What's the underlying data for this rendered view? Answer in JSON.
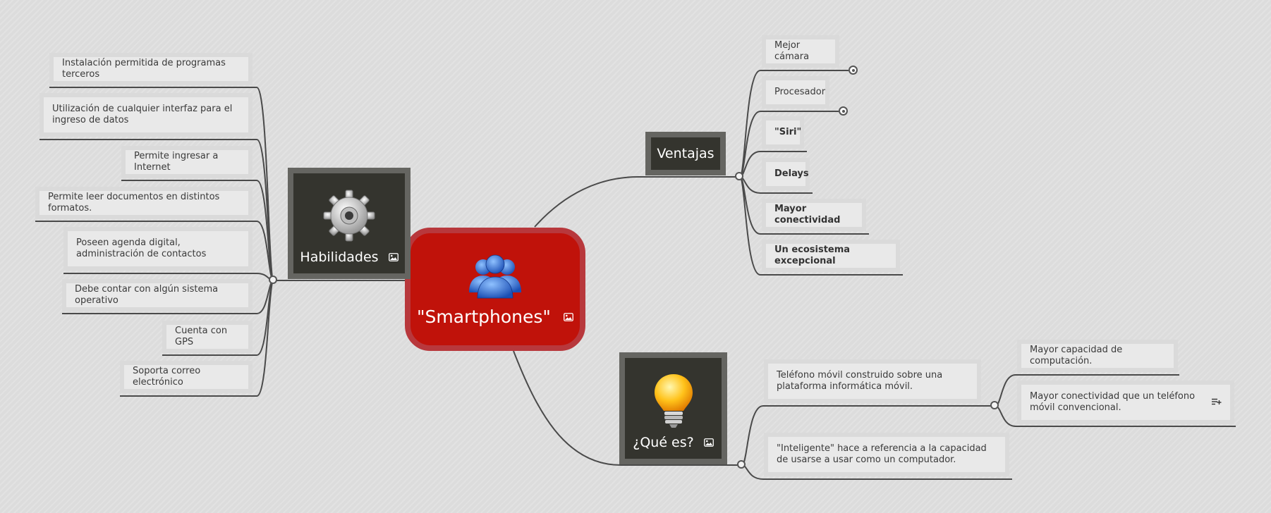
{
  "central": {
    "label": "\"Smartphones\""
  },
  "branches": {
    "habilidades": {
      "label": "Habilidades"
    },
    "ventajas": {
      "label": "Ventajas"
    },
    "que_es": {
      "label": "¿Qué es?"
    }
  },
  "habilidades_items": [
    "Instalación permitida de programas terceros",
    "Utilización de cualquier interfaz para el ingreso de datos",
    "Permite ingresar a Internet",
    "Permite leer documentos en distintos formatos.",
    "Poseen agenda digital, administración de contactos",
    "Debe contar con algún sistema operativo",
    "Cuenta con GPS",
    "Soporta correo electrónico"
  ],
  "ventajas_items": [
    "Mejor cámara",
    "Procesador",
    "\"Siri\"",
    "Delays",
    "Mayor conectividad",
    "Un ecosistema excepcional"
  ],
  "que_es_items": [
    "Teléfono móvil construido sobre una plataforma informática móvil.",
    "\"Inteligente\" hace a referencia  a la capacidad de usarse a usar como un computador."
  ],
  "que_es_subitems": [
    "Mayor capacidad de computación.",
    "Mayor conectividad que un teléfono móvil convencional."
  ],
  "colors": {
    "central_fill": "#c0120a",
    "branch_fill": "#34342e",
    "connector": "#4a4a4a"
  }
}
